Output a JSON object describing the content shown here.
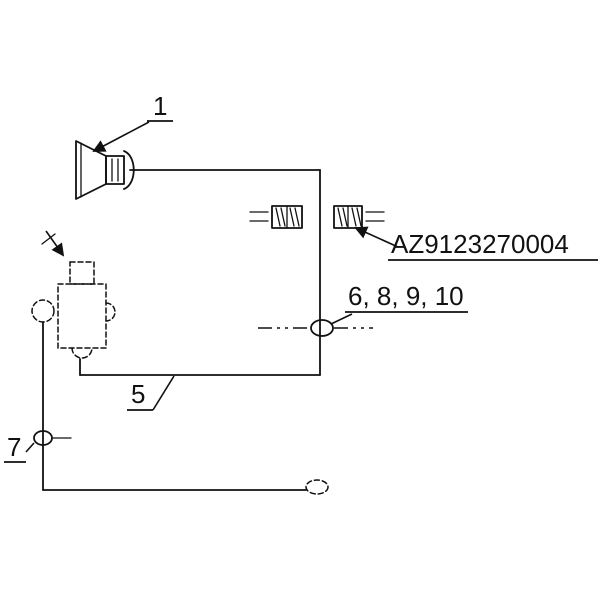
{
  "labels": {
    "part1": "1",
    "part5": "5",
    "part7": "7",
    "clamps": "6, 8, 9, 10",
    "part_number": "AZ9123270004"
  },
  "colors": {
    "ink": "#111111",
    "background": "#ffffff"
  },
  "diagram": {
    "type": "parts-wiring-diagram",
    "components": [
      "horn",
      "wiring-harness",
      "connector-pair-left",
      "connector-pair-right",
      "valve-component",
      "wire-clamp",
      "end-clip"
    ]
  }
}
